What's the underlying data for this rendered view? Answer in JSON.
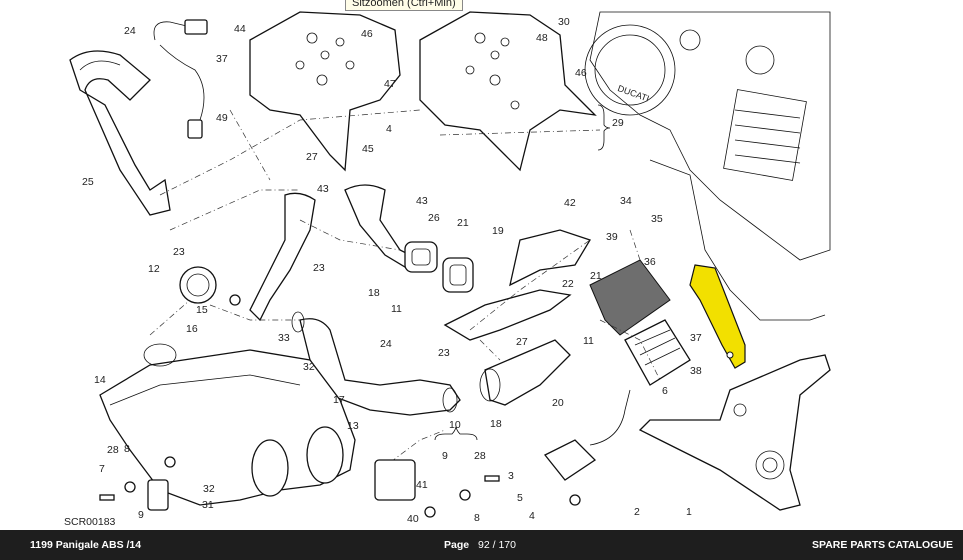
{
  "tooltip": "Sitzoomen (Ctrl+Min)",
  "diagram": {
    "code": "SCR00183",
    "callouts": [
      {
        "n": "24"
      },
      {
        "n": "44"
      },
      {
        "n": "37"
      },
      {
        "n": "46"
      },
      {
        "n": "47"
      },
      {
        "n": "49"
      },
      {
        "n": "27"
      },
      {
        "n": "4"
      },
      {
        "n": "45"
      },
      {
        "n": "30"
      },
      {
        "n": "48"
      },
      {
        "n": "46"
      },
      {
        "n": "29"
      },
      {
        "n": "25"
      },
      {
        "n": "43"
      },
      {
        "n": "43"
      },
      {
        "n": "26"
      },
      {
        "n": "21"
      },
      {
        "n": "19"
      },
      {
        "n": "42"
      },
      {
        "n": "39"
      },
      {
        "n": "34"
      },
      {
        "n": "35"
      },
      {
        "n": "36"
      },
      {
        "n": "37"
      },
      {
        "n": "38"
      },
      {
        "n": "23"
      },
      {
        "n": "12"
      },
      {
        "n": "15"
      },
      {
        "n": "16"
      },
      {
        "n": "23"
      },
      {
        "n": "18"
      },
      {
        "n": "11"
      },
      {
        "n": "21"
      },
      {
        "n": "22"
      },
      {
        "n": "14"
      },
      {
        "n": "33"
      },
      {
        "n": "32"
      },
      {
        "n": "24"
      },
      {
        "n": "23"
      },
      {
        "n": "27"
      },
      {
        "n": "11"
      },
      {
        "n": "17"
      },
      {
        "n": "20"
      },
      {
        "n": "18"
      },
      {
        "n": "6"
      },
      {
        "n": "13"
      },
      {
        "n": "10"
      },
      {
        "n": "28"
      },
      {
        "n": "8"
      },
      {
        "n": "7"
      },
      {
        "n": "9"
      },
      {
        "n": "31"
      },
      {
        "n": "32"
      },
      {
        "n": "41"
      },
      {
        "n": "9"
      },
      {
        "n": "28"
      },
      {
        "n": "40"
      },
      {
        "n": "8"
      },
      {
        "n": "3"
      },
      {
        "n": "5"
      },
      {
        "n": "4"
      },
      {
        "n": "2"
      },
      {
        "n": "1"
      }
    ]
  },
  "footer": {
    "model": "1199 Panigale ABS /14",
    "page_label": "Page",
    "page_current": "92 / 170",
    "catalogue": "SPARE PARTS CATALOGUE"
  },
  "colors": {
    "highlight": "#f2e000",
    "footer_bg": "#1e1e1e"
  }
}
